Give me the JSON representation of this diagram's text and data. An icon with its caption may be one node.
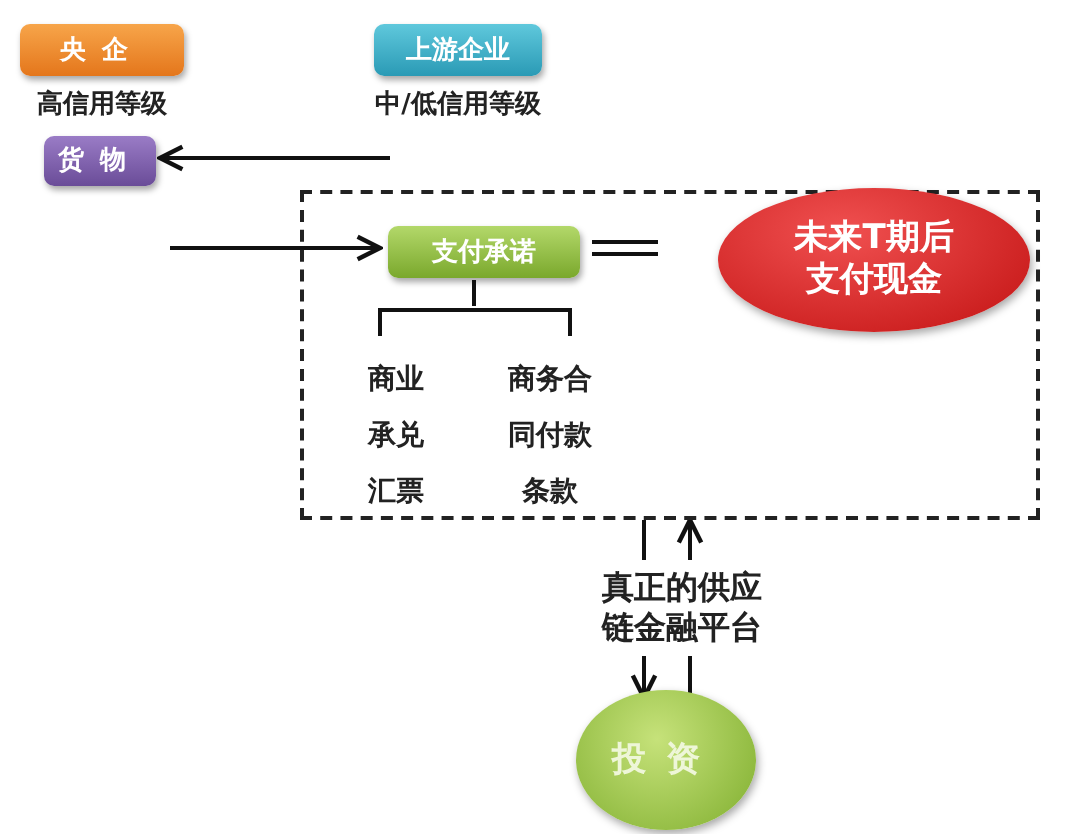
{
  "diagram": {
    "nodes": [
      {
        "text": [
          "央企"
        ],
        "beside": [
          "高信用等级"
        ]
      },
      {
        "text": [
          "上游企业"
        ],
        "beside": [
          "中/低信用等级"
        ]
      },
      {
        "text": [
          "货物"
        ]
      },
      {
        "text": [],
        "shape": "box"
      },
      {
        "text": [
          "支付承诺"
        ],
        "in": 3
      },
      {
        "text": [
          "未来T期后支付现金"
        ],
        "in": 3
      },
      {
        "text": [
          "真正的供应链金融平台"
        ]
      },
      {
        "text": [
          "投资"
        ]
      }
    ],
    "edges": [
      {
        "from": null,
        "to": 2,
        "arrow": "to"
      },
      {
        "from": null,
        "to": 4,
        "arrow": "to"
      },
      {
        "from": 4,
        "to": 5,
        "arrow": "none"
      },
      {
        "from": 3,
        "to": 6,
        "arrow": "none"
      },
      {
        "from": 6,
        "to": 3,
        "arrow": "to"
      },
      {
        "from": 6,
        "to": 7,
        "arrow": "to"
      },
      {
        "from": 7,
        "to": 6,
        "arrow": "none"
      }
    ],
    "labels": [
      "商业承兑汇票",
      "商务合同付款条款"
    ]
  }
}
